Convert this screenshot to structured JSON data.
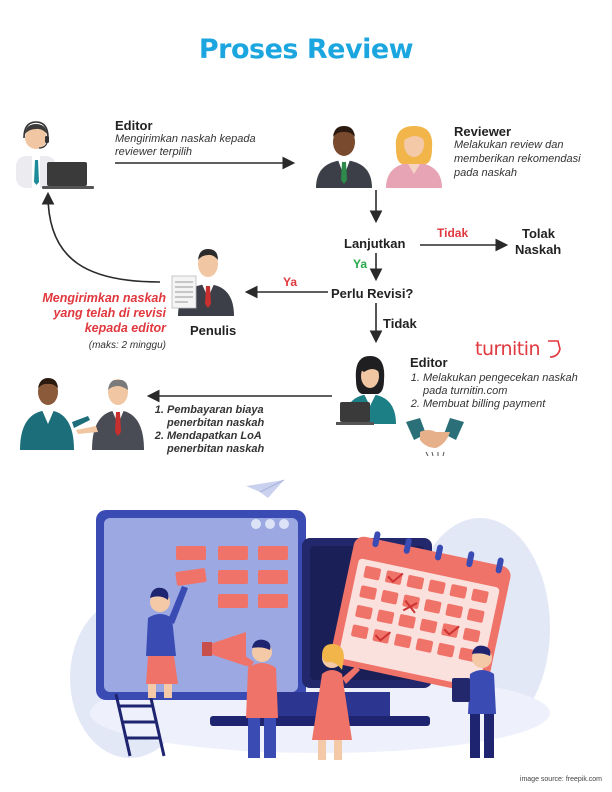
{
  "title": "Proses Review",
  "editor_top": {
    "name": "Editor",
    "desc_line1": "Mengirimkan naskah kepada",
    "desc_line2": "reviewer terpilih"
  },
  "reviewer": {
    "name": "Reviewer",
    "desc_line1": "Melakukan review dan",
    "desc_line2": "memberikan rekomendasi",
    "desc_line3": "pada naskah"
  },
  "flow": {
    "lanjutkan": "Lanjutkan",
    "tidak_1": "Tidak",
    "tolak_line1": "Tolak",
    "tolak_line2": "Naskah",
    "ya_1": "Ya",
    "perlu_revisi": "Perlu Revisi?",
    "ya_2": "Ya",
    "tidak_2": "Tidak"
  },
  "penulis": {
    "name": "Penulis",
    "note_line1": "Mengirimkan naskah",
    "note_line2": "yang telah di revisi",
    "note_line3": "kepada editor",
    "note_time": "(maks: 2 minggu)"
  },
  "editor_bottom": {
    "name": "Editor",
    "step1_line1": "Melakukan pengecekan naskah",
    "step1_line2": "pada turnitin.com",
    "step2": "Membuat billing payment",
    "logo_text": "turnitin"
  },
  "payment": {
    "step1_line1": "Pembayaran biaya",
    "step1_line2": "penerbitan naskah",
    "step2_line1": "Mendapatkan LoA",
    "step2_line2": "penerbitan naskah"
  },
  "credit": "image source: freepik.com",
  "colors": {
    "title": "#1ba6e0",
    "red": "#e0383e",
    "green": "#27a74a",
    "arrow": "#2a2a2a",
    "monitor": "#3a4bb3",
    "coral": "#f0736a"
  }
}
